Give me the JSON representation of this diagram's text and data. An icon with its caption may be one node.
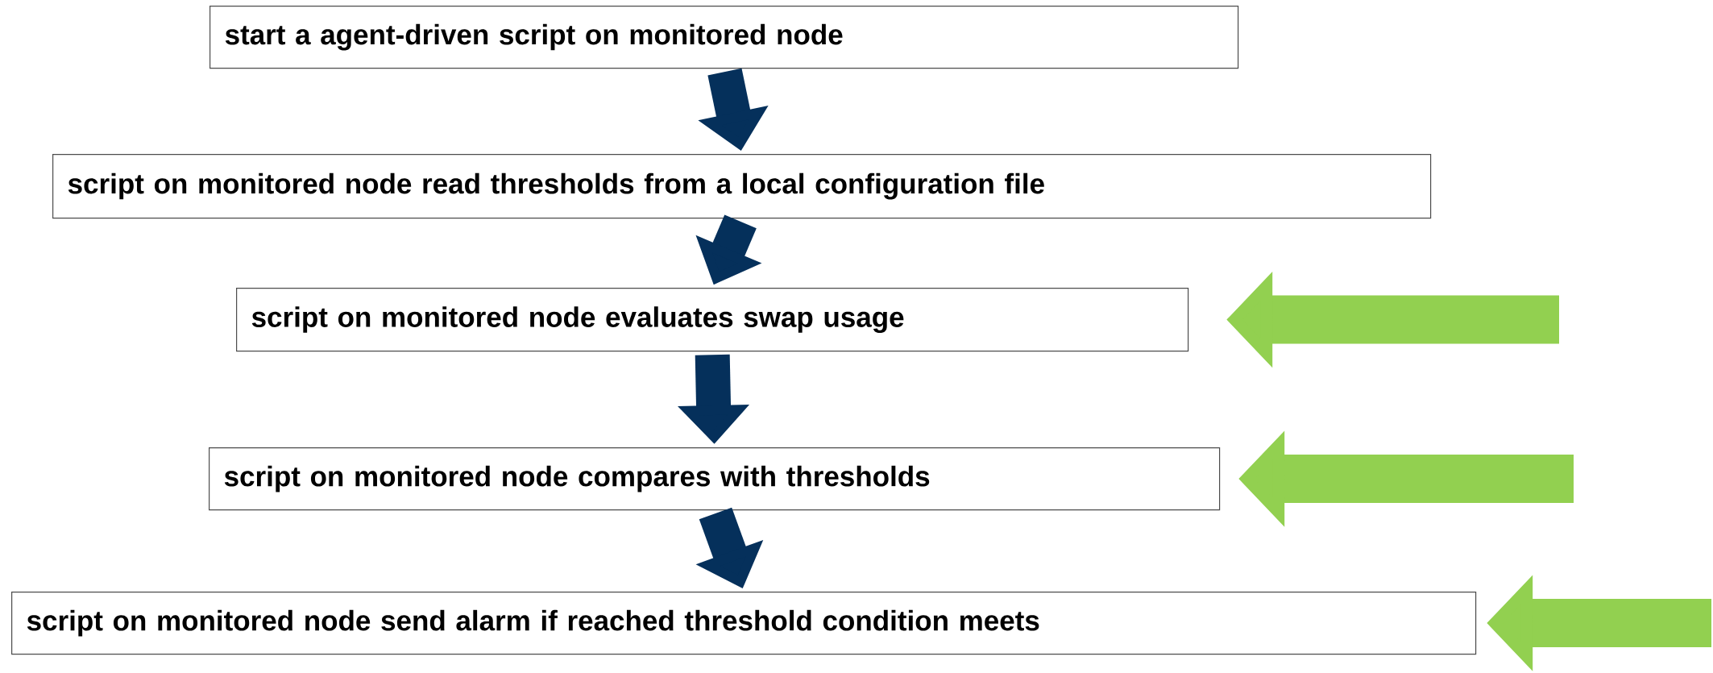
{
  "diagram": {
    "nodes": [
      {
        "text": [
          "start a agent-driven script on monitored node"
        ]
      },
      {
        "text": [
          "script on monitored node read thresholds from a local configuration file"
        ]
      },
      {
        "text": [
          "script on monitored node evaluates swap usage"
        ]
      },
      {
        "text": [
          "script on monitored node compares with thresholds"
        ]
      },
      {
        "text": [
          "script on monitored node send alarm if reached threshold condition meets"
        ]
      }
    ],
    "edges": [
      {
        "from": 0,
        "to": 1,
        "arrow": "to"
      },
      {
        "from": 1,
        "to": 2,
        "arrow": "to"
      },
      {
        "from": 2,
        "to": 3,
        "arrow": "to"
      },
      {
        "from": 3,
        "to": 4,
        "arrow": "to"
      },
      {
        "from": null,
        "to": 2,
        "arrow": "to",
        "color": "#92d050"
      },
      {
        "from": null,
        "to": 3,
        "arrow": "to",
        "color": "#92d050"
      },
      {
        "from": null,
        "to": 4,
        "arrow": "to",
        "color": "#92d050"
      }
    ]
  }
}
